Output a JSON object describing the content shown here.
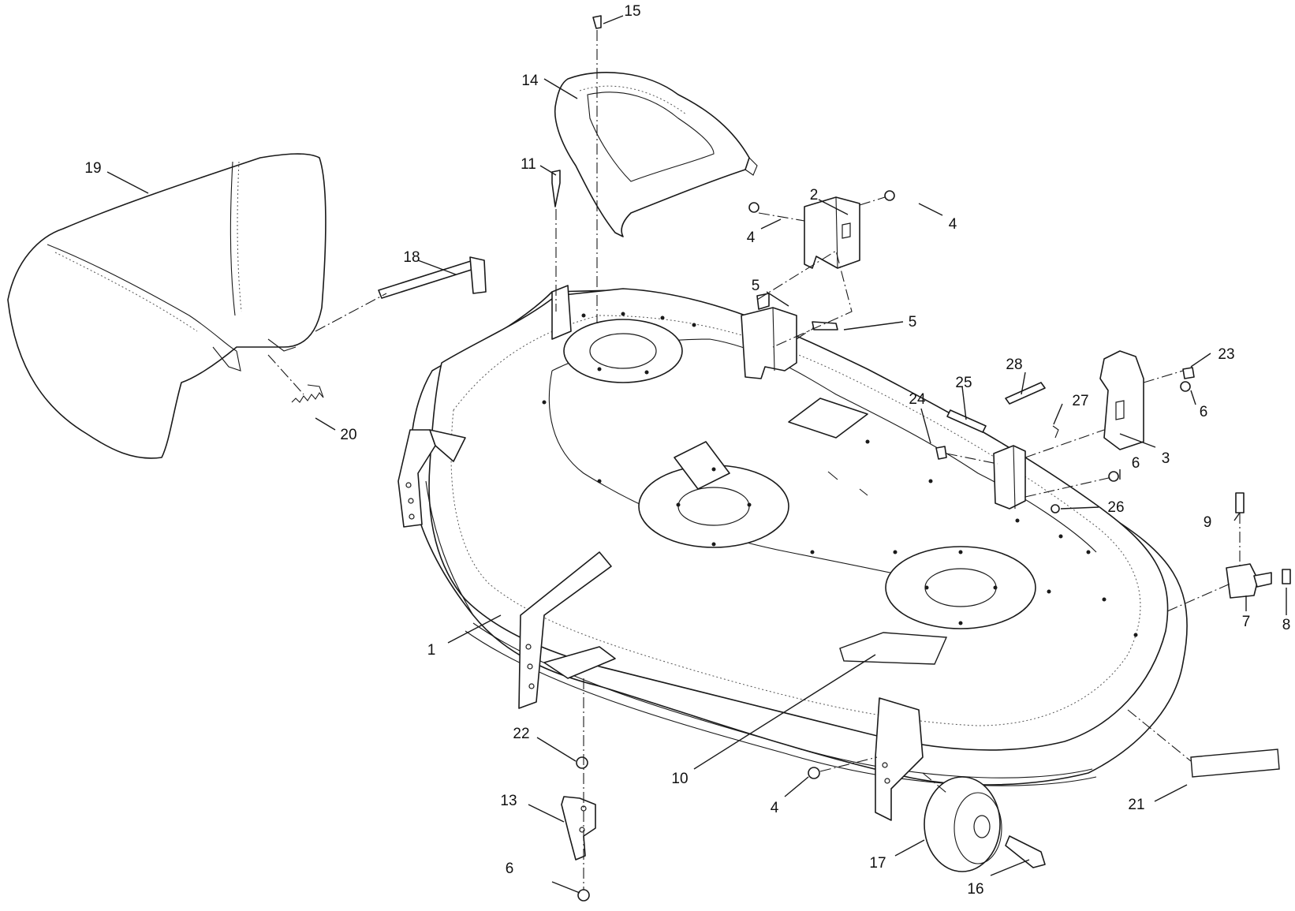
{
  "diagram": {
    "callouts": [
      {
        "id": "c1",
        "label": "1"
      },
      {
        "id": "c2",
        "label": "2"
      },
      {
        "id": "c3",
        "label": "3"
      },
      {
        "id": "c4a",
        "label": "4"
      },
      {
        "id": "c4b",
        "label": "4"
      },
      {
        "id": "c4c",
        "label": "4"
      },
      {
        "id": "c5a",
        "label": "5"
      },
      {
        "id": "c5b",
        "label": "5"
      },
      {
        "id": "c6a",
        "label": "6"
      },
      {
        "id": "c6b",
        "label": "6"
      },
      {
        "id": "c6c",
        "label": "6"
      },
      {
        "id": "c7",
        "label": "7"
      },
      {
        "id": "c8",
        "label": "8"
      },
      {
        "id": "c9",
        "label": "9"
      },
      {
        "id": "c10",
        "label": "10"
      },
      {
        "id": "c11",
        "label": "11"
      },
      {
        "id": "c13",
        "label": "13"
      },
      {
        "id": "c14",
        "label": "14"
      },
      {
        "id": "c15",
        "label": "15"
      },
      {
        "id": "c16",
        "label": "16"
      },
      {
        "id": "c17",
        "label": "17"
      },
      {
        "id": "c18",
        "label": "18"
      },
      {
        "id": "c19",
        "label": "19"
      },
      {
        "id": "c20",
        "label": "20"
      },
      {
        "id": "c21",
        "label": "21"
      },
      {
        "id": "c22",
        "label": "22"
      },
      {
        "id": "c23",
        "label": "23"
      },
      {
        "id": "c24",
        "label": "24"
      },
      {
        "id": "c25",
        "label": "25"
      },
      {
        "id": "c26",
        "label": "26"
      },
      {
        "id": "c27",
        "label": "27"
      },
      {
        "id": "c28",
        "label": "28"
      }
    ]
  },
  "colors": {
    "line": "#1a1a1a",
    "background": "#ffffff"
  }
}
